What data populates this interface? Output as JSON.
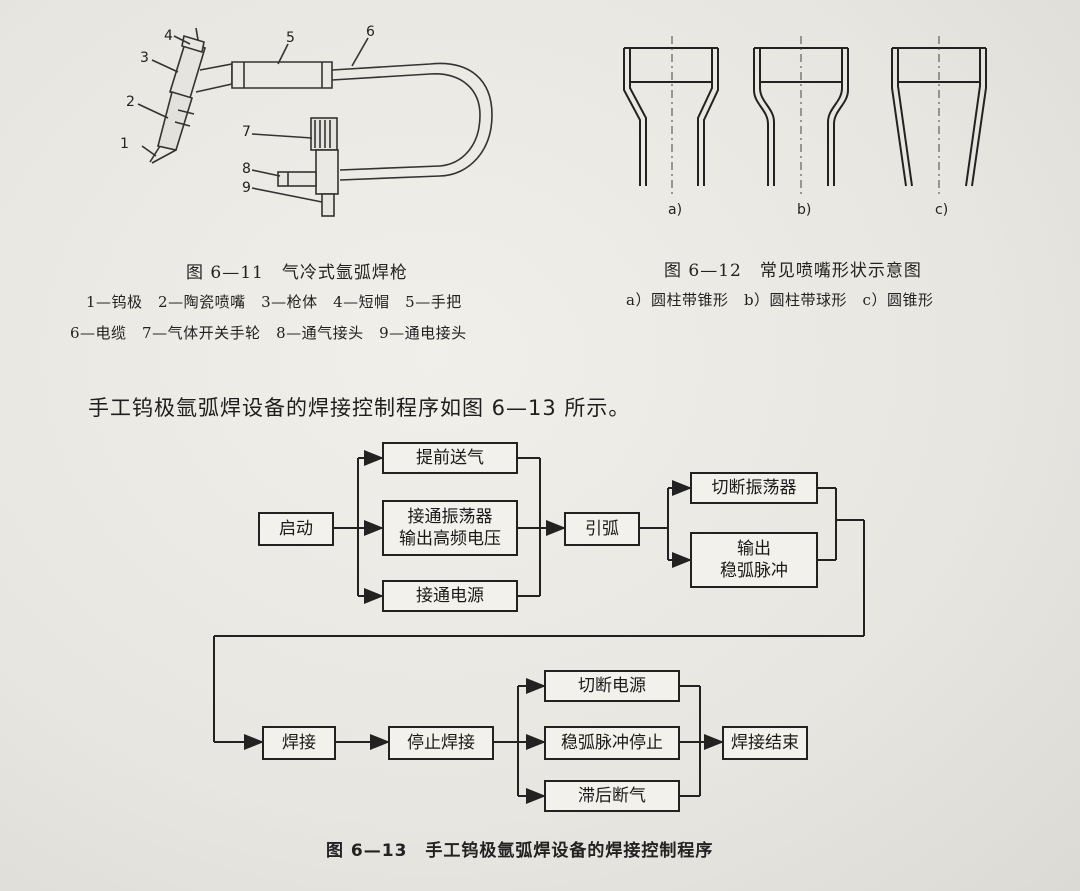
{
  "fig11": {
    "caption": "图 6—11　气冷式氩弧焊枪",
    "legend_line1": "1—钨极　2—陶瓷喷嘴　3—枪体　4—短帽　5—手把",
    "legend_line2": "6—电缆　7—气体开关手轮　8—通气接头　9—通电接头",
    "part_numbers": [
      "1",
      "2",
      "3",
      "4",
      "5",
      "6",
      "7",
      "8",
      "9"
    ]
  },
  "fig12": {
    "caption": "图 6—12　常见喷嘴形状示意图",
    "legend": "a）圆柱带锥形　b）圆柱带球形　c）圆锥形",
    "labels": [
      "a)",
      "b)",
      "c)"
    ]
  },
  "intro_text": "手工钨极氩弧焊设备的焊接控制程序如图 6—13 所示。",
  "fig13": {
    "caption": "图 6—13　手工钨极氩弧焊设备的焊接控制程序",
    "boxes": {
      "start": "启动",
      "pre_gas": "提前送气",
      "osc_on_1": "接通振荡器",
      "osc_on_2": "输出高频电压",
      "power_on": "接通电源",
      "arc_strike": "引弧",
      "osc_off": "切断振荡器",
      "pulse_1": "输出",
      "pulse_2": "稳弧脉冲",
      "weld": "焊接",
      "stop_weld": "停止焊接",
      "power_off": "切断电源",
      "pulse_stop": "稳弧脉冲停止",
      "post_gas": "滞后断气",
      "end": "焊接结束"
    }
  }
}
